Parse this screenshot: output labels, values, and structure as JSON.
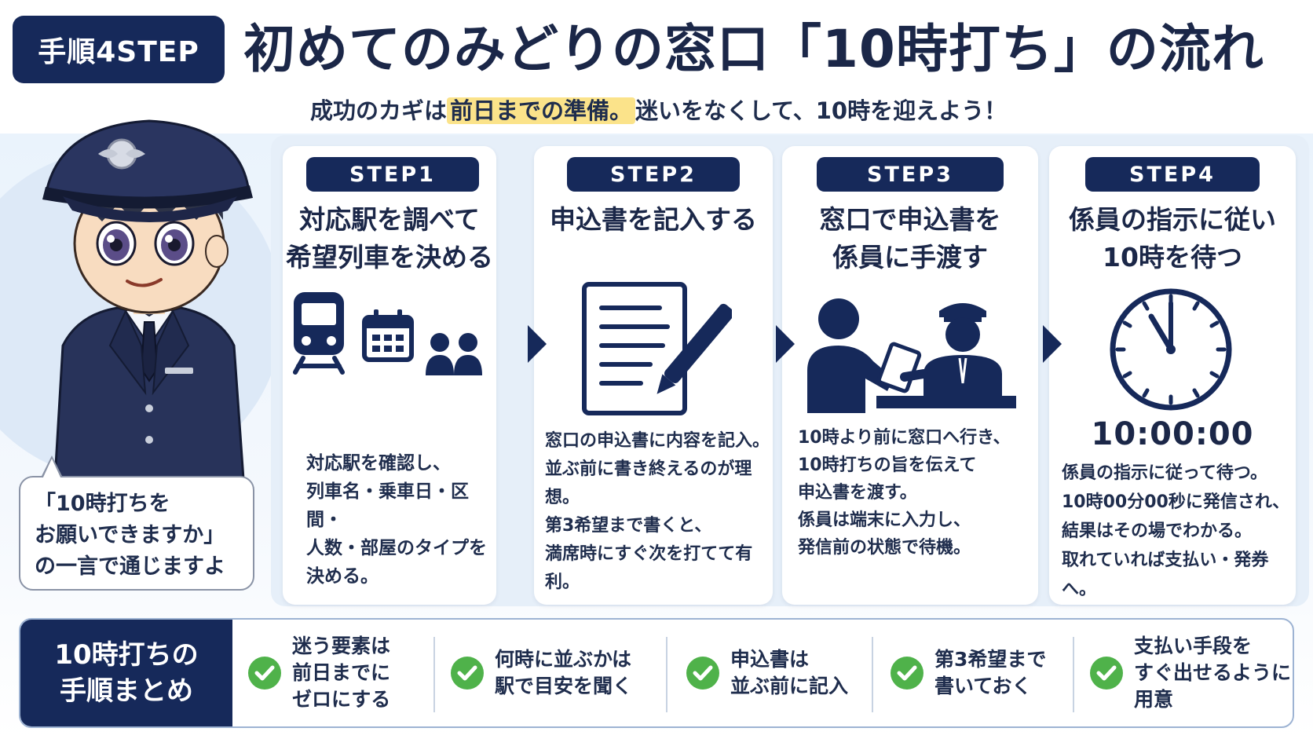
{
  "header": {
    "badge": "手順4STEP",
    "title": "初めてのみどりの窓口「10時打ち」の流れ",
    "subtitle_pre": "成功のカギは",
    "subtitle_highlight": "前日までの準備。",
    "subtitle_post": "迷いをなくして、10時を迎えよう！"
  },
  "bubble": {
    "line1": "「10時打ちを",
    "line2": "お願いできますか」",
    "line3": "の一言で通じますよ"
  },
  "steps": [
    {
      "label": "STEP1",
      "title1": "対応駅を調べて",
      "title2": "希望列車を決める",
      "desc": [
        "対応駅を確認し、",
        "列車名・乗車日・区間・",
        "人数・部屋のタイプを",
        "決める。"
      ],
      "icons": [
        "train-icon",
        "calendar-icon",
        "people-icon"
      ]
    },
    {
      "label": "STEP2",
      "title1": "申込書を記入する",
      "title2": "",
      "desc": [
        "窓口の申込書に内容を記入。",
        "並ぶ前に書き終えるのが理想。",
        "第3希望まで書くと、",
        "満席時にすぐ次を打てて有利。"
      ],
      "icons": [
        "document-pen-icon"
      ]
    },
    {
      "label": "STEP3",
      "title1": "窓口で申込書を",
      "title2": "係員に手渡す",
      "desc": [
        "10時より前に窓口へ行き、",
        "10時打ちの旨を伝えて",
        "申込書を渡す。",
        "係員は端末に入力し、",
        "発信前の状態で待機。"
      ],
      "icons": [
        "counter-handover-icon"
      ]
    },
    {
      "label": "STEP4",
      "title1": "係員の指示に従い",
      "title2": "10時を待つ",
      "time": "10:00:00",
      "desc": [
        "係員の指示に従って待つ。",
        "10時00分00秒に発信され、",
        "結果はその場でわかる。",
        "取れていれば支払い・発券へ。"
      ],
      "icons": [
        "clock-icon"
      ]
    }
  ],
  "summary": {
    "head1": "10時打ちの",
    "head2": "手順まとめ",
    "items": [
      {
        "l1": "迷う要素は",
        "l2": "前日までに",
        "l3": "ゼロにする"
      },
      {
        "l1": "何時に並ぶかは",
        "l2": "駅で目安を聞く",
        "l3": ""
      },
      {
        "l1": "申込書は",
        "l2": "並ぶ前に記入",
        "l3": ""
      },
      {
        "l1": "第3希望まで",
        "l2": "書いておく",
        "l3": ""
      },
      {
        "l1": "支払い手段を",
        "l2": "すぐ出せるように",
        "l3": "用意"
      }
    ]
  },
  "colors": {
    "navy": "#16295a",
    "check_green": "#4fb24a",
    "highlight_yellow": "#fbe38a",
    "panel_blue": "#e6eff9"
  }
}
